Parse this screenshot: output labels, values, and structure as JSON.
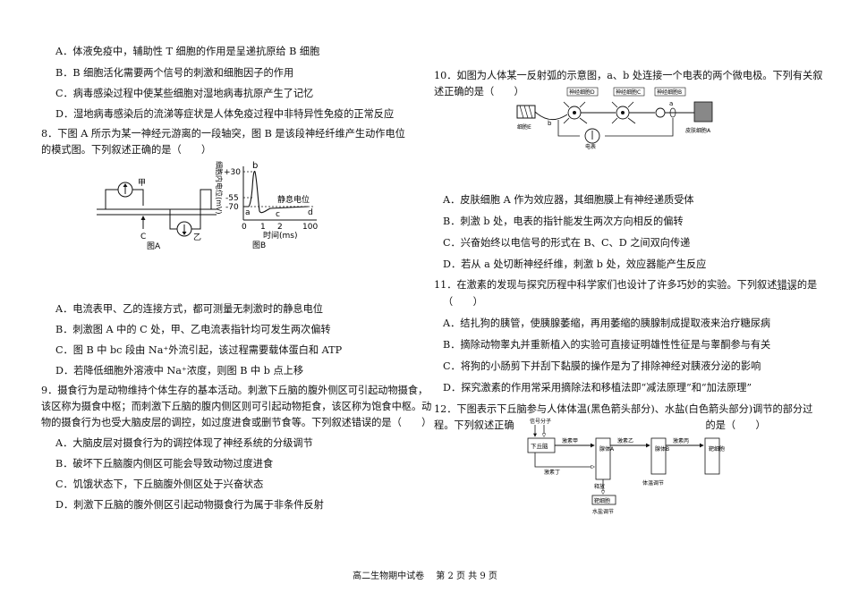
{
  "left": {
    "q7_options": [
      "A．体液免疫中，辅助性 T 细胞的作用是呈递抗原给 B 细胞",
      "B．B 细胞活化需要两个信号的刺激和细胞因子的作用",
      "C．病毒感染过程中使某些细胞对湿地病毒抗原产生了记忆",
      "D．湿地病毒感染后的流涕等症状是人体免疫过程中非特异性免疫的正常反应"
    ],
    "q8_stem": [
      "8．下图 A 所示为某一神经元游离的一段轴突，图 B 是该段神经纤维产生动作电位",
      "的模式图。下列叙述正确的是（　　）"
    ],
    "q8_fig": {
      "label_jia": "甲",
      "label_yi": "乙",
      "label_c": "C",
      "caption_a": "图A",
      "caption_b": "图B",
      "ylabel": "细胞内电位(mV)",
      "xlabel": "时间(ms)",
      "rest_label": "静息电位",
      "ticks_y": [
        "+30",
        "-55",
        "-70"
      ],
      "ticks_x": [
        "0",
        "1",
        "2",
        "100"
      ],
      "points": [
        "a",
        "b",
        "c",
        "d"
      ]
    },
    "q8_options": [
      "A．电流表甲、乙的连接方式，都可测量无刺激时的静息电位",
      "B．刺激图 A 中的 C 处，甲、乙电流表指针均可发生两次偏转",
      "C．图 B 中 bc 段由 Na⁺外流引起，该过程需要载体蛋白和 ATP",
      "D．若降低细胞外溶液中 Na⁺浓度，则图 B 中 b 点上移"
    ],
    "q9_stem": [
      "9．摄食行为是动物维持个体生存的基本活动。刺激下丘脑的腹外侧区可引起动物摄食，",
      "该区称为摄食中枢；而刺激下丘脑的腹内侧区则可引起动物拒食，该区称为饱食中枢。动",
      "物的摄食行为也受大脑皮层的调控，如过度进食或删节食等。下列叙述错误的是（　　）"
    ],
    "q9_options": [
      "A．大脑皮层对摄食行为的调控体现了神经系统的分级调节",
      "B．破坏下丘脑腹内侧区可能会导致动物过度进食",
      "C．饥饿状态下，下丘脑腹外侧区处于兴奋状态",
      "D．刺激下丘脑的腹外侧区引起动物摄食行为属于非条件反射"
    ]
  },
  "right": {
    "q10_stem": [
      "10．如图为人体某一反射弧的示意图，a、b 处连接一个电表的两个微电极。下列有关叙",
      "述正确的是（　　）"
    ],
    "q10_fig": {
      "neuron_d": "神经细胞D",
      "neuron_c": "神经细胞C",
      "neuron_b": "神经细胞B",
      "cell_e": "细胞E",
      "meter": "电表",
      "skin_a": "皮肤细胞A",
      "pt_a": "a",
      "pt_b": "b"
    },
    "q10_options": [
      "A．皮肤细胞 A 作为效应器，其细胞膜上有神经递质受体",
      "B．刺激 b 处，电表的指针能发生两次方向相反的偏转",
      "C．兴奋始终以电信号的形式在 B、C、D 之间双向传递",
      "D．若从 a 处切断神经纤维，刺激 b 处，效应器能产生反应"
    ],
    "q11_stem_1": "11．在激素的发现与探究历程中科学家们也设计了许多巧妙的实验。下列叙述",
    "q11_stem_err": "错误",
    "q11_stem_2": "的是",
    "q11_stem_3": "（　　）",
    "q11_options": [
      "A．结扎狗的胰管，使胰腺萎缩，再用萎缩的胰腺制成提取液来治疗糖尿病",
      "B．摘除动物睾丸并重新植入的实验可直接证明雄性性征是与睾酮参与有关",
      "C．将狗的小肠剪下并刮下黏膜的操作是为了排除神经对胰液分泌的影响",
      "D．探究激素的作用常采用摘除法和移植法即“减法原理”和“加法原理”"
    ],
    "q12_stem_1": "12．下图表示下丘脑参与人体体温(黑色箭头部分)、水盐(白色箭头部分)调节的部分过",
    "q12_stem_2": "程。下列叙述正确",
    "q12_stem_3": "的是（　　）",
    "q12_fig": {
      "signal_mol": "信号分子",
      "hypothalamus": "下丘脑",
      "hormone_jia": "激素甲",
      "hormone_yi": "激素乙",
      "hormone_bing": "激素丙",
      "hormone_ding": "激素丁",
      "gland_a": "腺体A",
      "gland_b": "腺体B",
      "target_organ": "靶细胞",
      "release": "释放",
      "temp_reg": "体温调节",
      "target_cell": "靶细胞",
      "water_reg": "水盐调节"
    }
  },
  "footer": "高二生物期中试卷　 第 2 页 共 9 页"
}
